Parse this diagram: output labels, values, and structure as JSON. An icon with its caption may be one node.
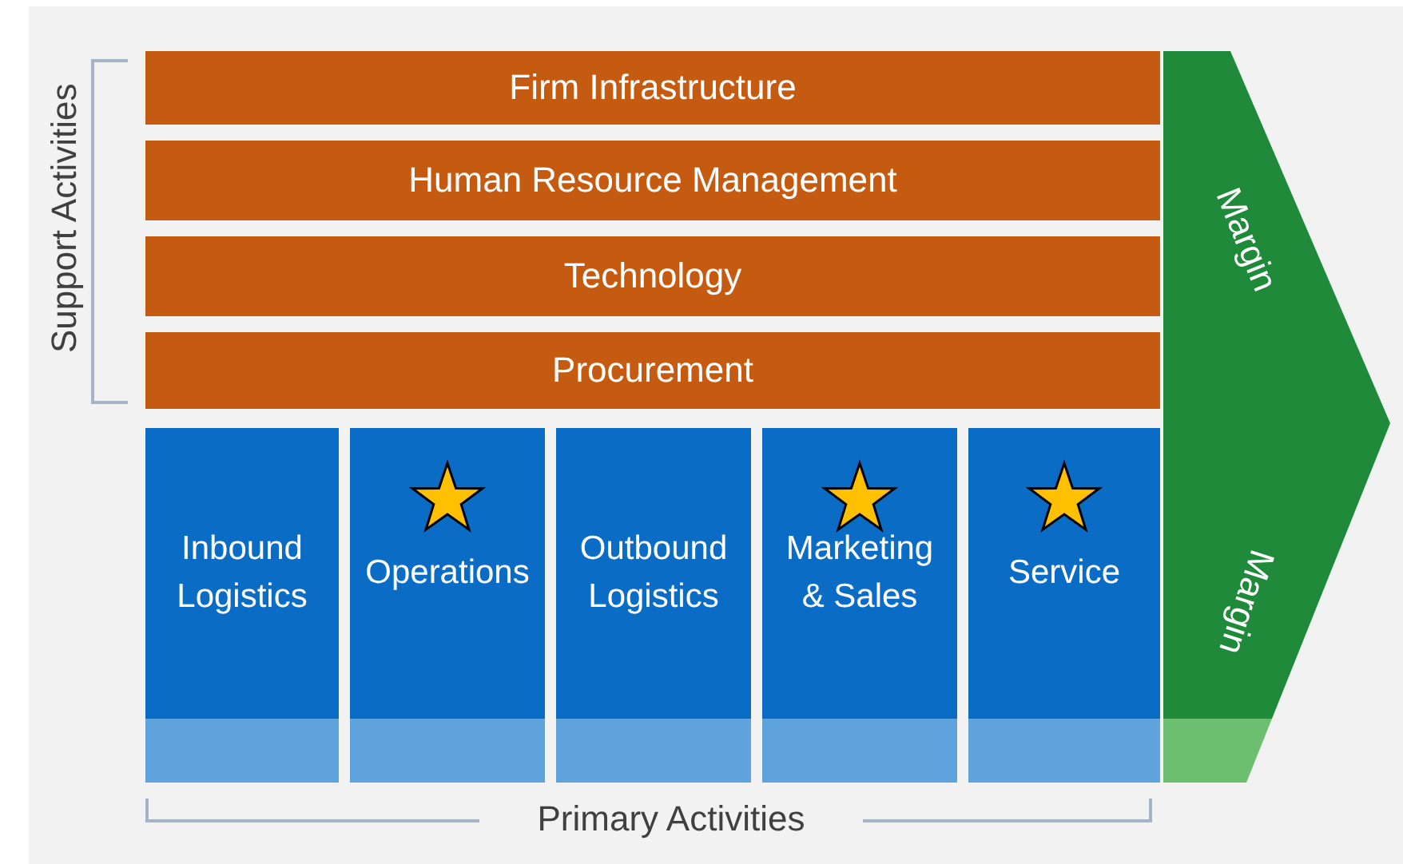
{
  "diagram": {
    "nodes": [
      {
        "text": [
          "Firm Infrastructure"
        ]
      },
      {
        "text": [
          "Human Resource Management"
        ]
      },
      {
        "text": [
          "Technology"
        ]
      },
      {
        "text": [
          "Procurement"
        ]
      },
      {
        "text": [
          "Inbound Logistics"
        ]
      },
      {
        "text": [
          "Operations"
        ]
      },
      {
        "text": [
          "Outbound Logistics"
        ]
      },
      {
        "text": [
          "Marketing & Sales"
        ]
      },
      {
        "text": [
          "Service"
        ]
      },
      {
        "text": [
          "Margin",
          "Margin"
        ]
      }
    ],
    "edges": [],
    "labels": [
      "Support Activities",
      "Primary Activities"
    ]
  }
}
